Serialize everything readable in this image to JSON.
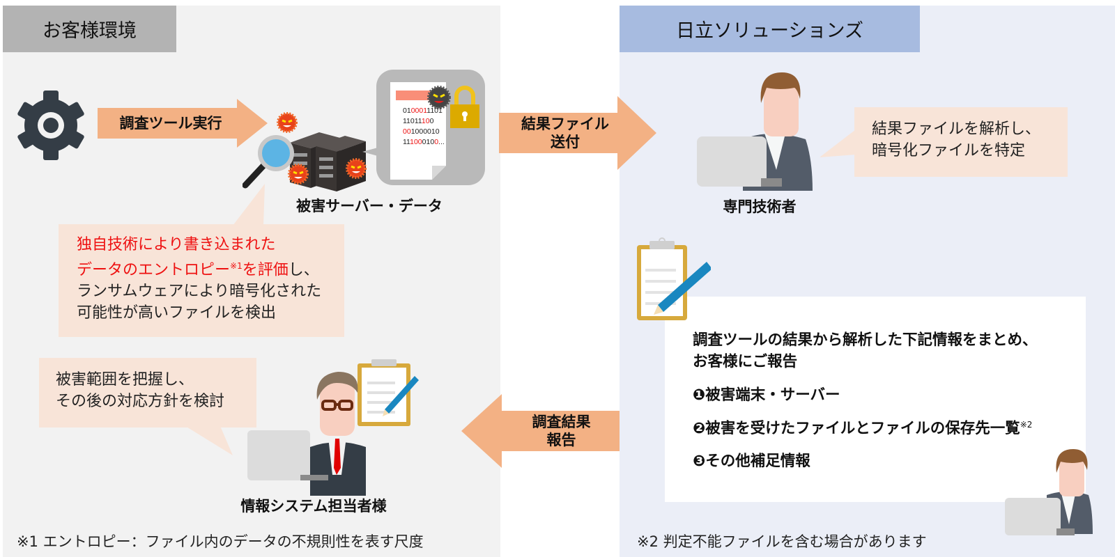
{
  "customer_section": {
    "header": "お客様環境",
    "tool_arrow_label": "調査ツール実行",
    "server_caption": "被害サーバー・データ",
    "binary_lines": [
      {
        "segments": [
          {
            "t": "01",
            "red": false
          },
          {
            "t": "0001",
            "red": true
          },
          {
            "t": "1101",
            "red": false
          }
        ]
      },
      {
        "segments": [
          {
            "t": "11011",
            "red": false
          },
          {
            "t": "10",
            "red": true
          },
          {
            "t": "0",
            "red": false
          }
        ]
      },
      {
        "segments": [
          {
            "t": "00",
            "red": true
          },
          {
            "t": "1000010",
            "red": false
          }
        ]
      },
      {
        "segments": [
          {
            "t": "11",
            "red": false
          },
          {
            "t": "100",
            "red": true
          },
          {
            "t": "010",
            "red": false
          },
          {
            "t": "0",
            "red": true
          },
          {
            "t": "...",
            "red": false
          }
        ]
      }
    ],
    "entropy_bubble": {
      "line1_red": "独自技術により書き込まれた",
      "line2_red_a": "データのエントロピー",
      "line2_sup": "※1",
      "line2_red_b": "を評価",
      "line2_black": "し、",
      "line3": "ランサムウェアにより暗号化された",
      "line4": "可能性が高いファイルを検出"
    },
    "scope_bubble": {
      "line1": "被害範囲を把握し、",
      "line2": "その後の対応方針を検討"
    },
    "person_caption": "情報システム担当者様",
    "footnote": "※1 エントロピー：ファイル内のデータの不規則性を表す尺度"
  },
  "flow": {
    "send_arrow": {
      "line1": "結果ファイル",
      "line2": "送付"
    },
    "report_arrow": {
      "line1": "調査結果",
      "line2": "報告"
    }
  },
  "hitachi_section": {
    "header": "日立ソリューションズ",
    "expert_caption": "専門技術者",
    "analysis_bubble": {
      "line1": "結果ファイルを解析し、",
      "line2": "暗号化ファイルを特定"
    },
    "report": {
      "intro_line1": "調査ツールの結果から解析した下記情報をまとめ、",
      "intro_line2": "お客様にご報告",
      "items": [
        {
          "marker": "❶",
          "text": "被害端末・サーバー",
          "sup": ""
        },
        {
          "marker": "❷",
          "text": "被害を受けたファイルとファイルの保存先一覧",
          "sup": "※2"
        },
        {
          "marker": "❸",
          "text": "その他補足情報",
          "sup": ""
        }
      ]
    },
    "footnote": "※2 判定不能ファイルを含む場合があります"
  },
  "colors": {
    "arrow": "#f3b184",
    "bubble": "#f8e4d8",
    "accent_red": "#ee1111",
    "left_bg": "#f2f2f2",
    "right_bg": "#ebeef7",
    "left_header": "#b3b3b3",
    "right_header": "#a7bbe0"
  }
}
